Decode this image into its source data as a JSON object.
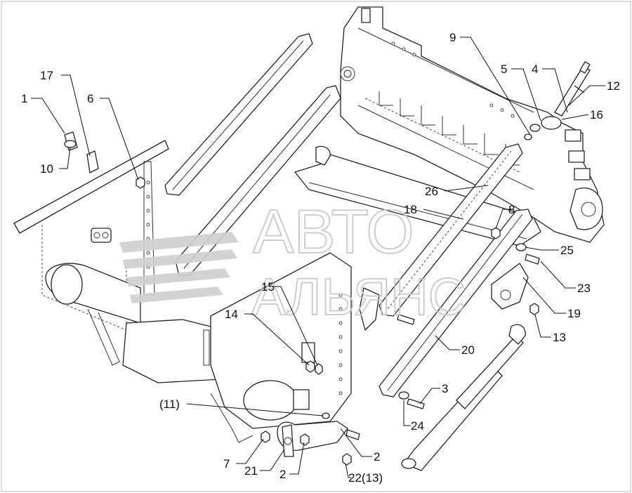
{
  "watermark": {
    "line1": "АВТО",
    "line2": "АЛЬЯНС"
  },
  "callouts": [
    {
      "id": "c1",
      "text": "1"
    },
    {
      "id": "c17",
      "text": "17"
    },
    {
      "id": "c6",
      "text": "6"
    },
    {
      "id": "c10",
      "text": "10"
    },
    {
      "id": "c9",
      "text": "9"
    },
    {
      "id": "c5",
      "text": "5"
    },
    {
      "id": "c4",
      "text": "4"
    },
    {
      "id": "c12",
      "text": "12"
    },
    {
      "id": "c16",
      "text": "16"
    },
    {
      "id": "c26",
      "text": "26"
    },
    {
      "id": "c18",
      "text": "18"
    },
    {
      "id": "c8",
      "text": "8"
    },
    {
      "id": "c25",
      "text": "25"
    },
    {
      "id": "c23",
      "text": "23"
    },
    {
      "id": "c15",
      "text": "15"
    },
    {
      "id": "c19",
      "text": "19"
    },
    {
      "id": "c14",
      "text": "14"
    },
    {
      "id": "c13",
      "text": "13"
    },
    {
      "id": "c20",
      "text": "20"
    },
    {
      "id": "c3",
      "text": "3"
    },
    {
      "id": "c11",
      "text": "(11)"
    },
    {
      "id": "c24",
      "text": "24"
    },
    {
      "id": "c2a",
      "text": "2"
    },
    {
      "id": "c7",
      "text": "7"
    },
    {
      "id": "c21",
      "text": "21"
    },
    {
      "id": "c2b",
      "text": "2"
    },
    {
      "id": "c22",
      "text": "22(13)"
    }
  ]
}
